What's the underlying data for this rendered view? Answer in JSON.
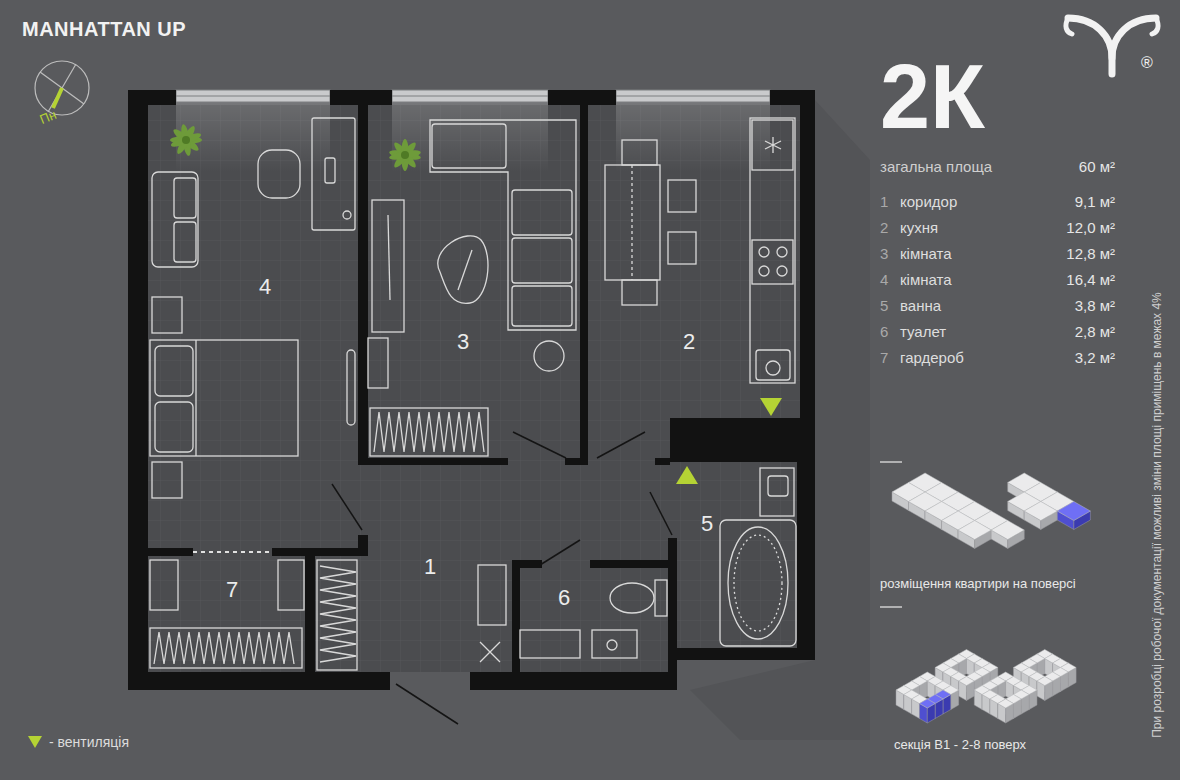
{
  "diagram": {
    "title": "MANHATTAN UP",
    "nodes": [
      {
        "text": [
          "4"
        ]
      },
      {
        "text": [
          "3"
        ]
      },
      {
        "text": [
          "2"
        ]
      },
      {
        "text": [
          "5"
        ]
      },
      {
        "text": [
          "1"
        ]
      },
      {
        "text": [
          "7"
        ]
      },
      {
        "text": [
          "6"
        ]
      }
    ],
    "labels": [
      "Пн",
      "2К",
      "загальна площа",
      "60 м²",
      "1",
      "коридор",
      "9,1 м²",
      "2",
      "кухня",
      "12,0 м²",
      "3",
      "кімната",
      "12,8 м²",
      "4",
      "кімната",
      "16,4 м²",
      "5",
      "ванна",
      "3,8 м²",
      "6",
      "туалет",
      "2,8 м²",
      "7",
      "гардероб",
      "3,2 м²",
      "®",
      "розміщення квартири на поверсі",
      "секція В1 - 2-8 поверх",
      "При розробці робочої документації можливі зміни площі приміщень в межах 4%"
    ],
    "legend": [
      {
        "text": "- вентиляція"
      }
    ]
  }
}
